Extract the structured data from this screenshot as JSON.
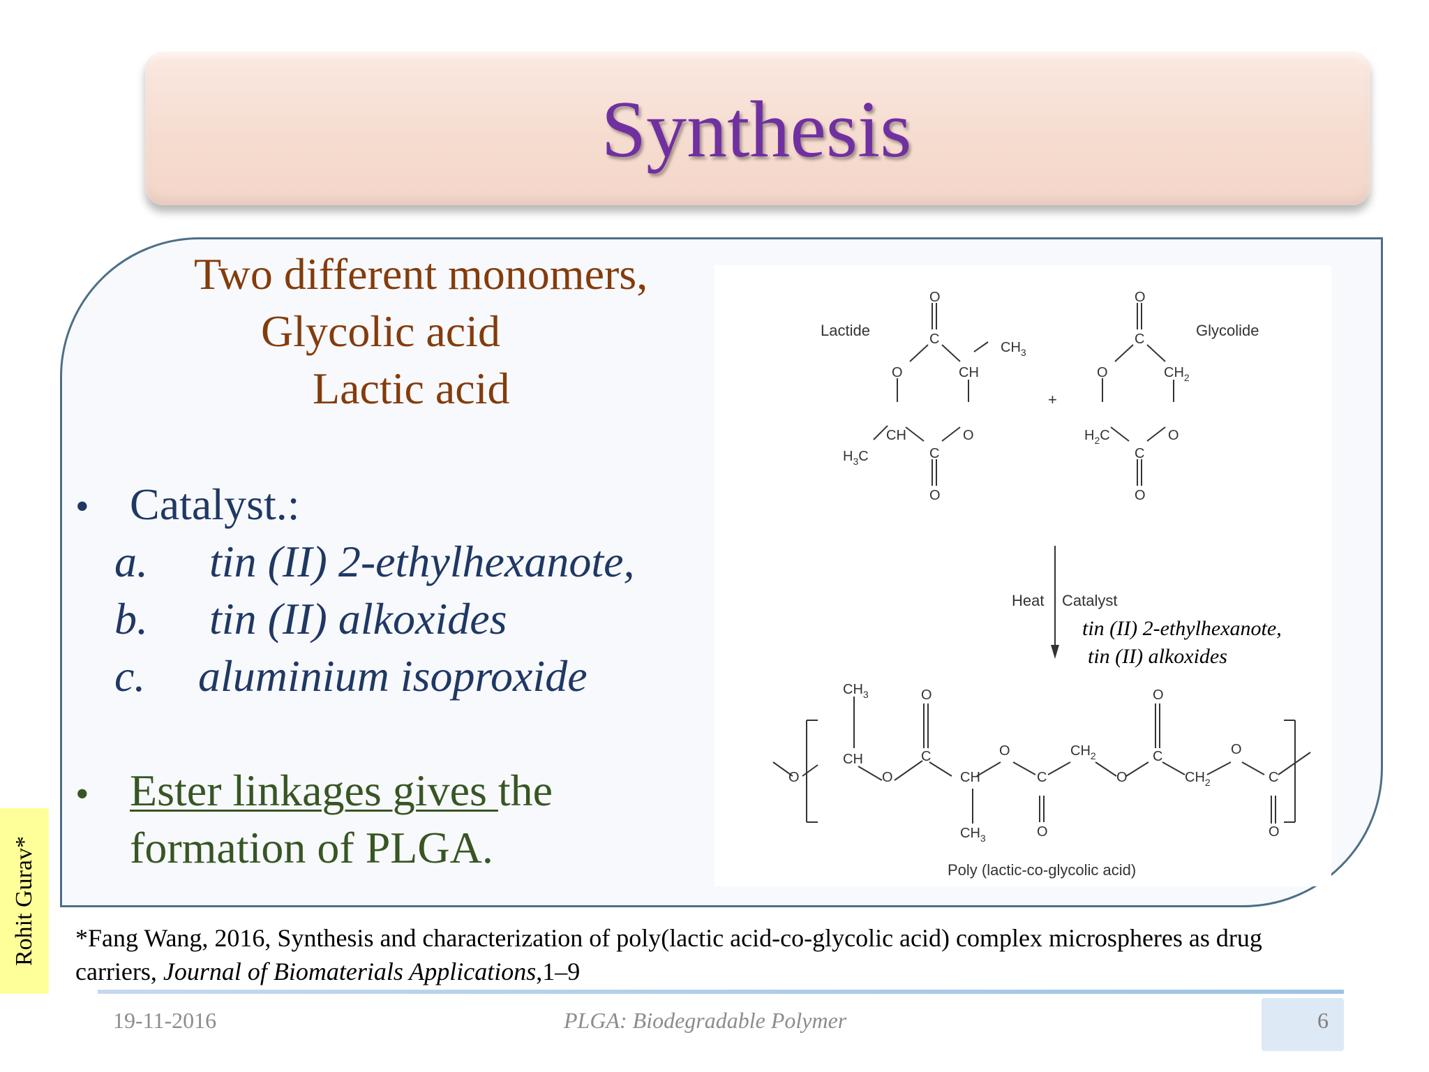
{
  "slide": {
    "title": "Synthesis",
    "monomers": {
      "line1": "Two different monomers,",
      "line2": "Glycolic acid",
      "line3": "Lactic acid"
    },
    "bullet_symbol": "•",
    "catalyst": {
      "heading": "Catalyst.:",
      "items": [
        {
          "marker": "a.",
          "text": "tin (II) 2-ethylhexanote,"
        },
        {
          "marker": "b.",
          "text": "tin (II) alkoxides"
        },
        {
          "marker": "c.",
          "text": "aluminium isoproxide"
        }
      ]
    },
    "ester": {
      "underlined": "Ester linkages gives ",
      "rest": "the",
      "line2": "formation of PLGA."
    }
  },
  "diagram": {
    "lactide_label": "Lactide",
    "glycolide_label": "Glycolide",
    "plus": "+",
    "heat_label": "Heat",
    "catalyst_label": "Catalyst",
    "catalyst_note1": "tin (II) 2-ethylhexanote,",
    "catalyst_note2": "tin (II) alkoxides",
    "product_label": "Poly (lactic-co-glycolic acid)",
    "atoms": {
      "o": "O",
      "c": "C",
      "ch": "CH",
      "ch3": "CH",
      "ch2": "CH",
      "h3c": "H",
      "h2c": "H",
      "sub3": "3",
      "sub2": "2"
    }
  },
  "side_label": "Rohit Gurav*",
  "citation": {
    "text1": "*Fang Wang, 2016, Synthesis and characterization of poly(lactic acid-co-glycolic acid) complex microspheres as drug carriers, ",
    "journal": "Journal of Biomaterials Applications",
    "pages": ",1–9"
  },
  "footer": {
    "date": "19-11-2016",
    "center": "PLGA: Biodegradable Polymer",
    "page": "6"
  }
}
